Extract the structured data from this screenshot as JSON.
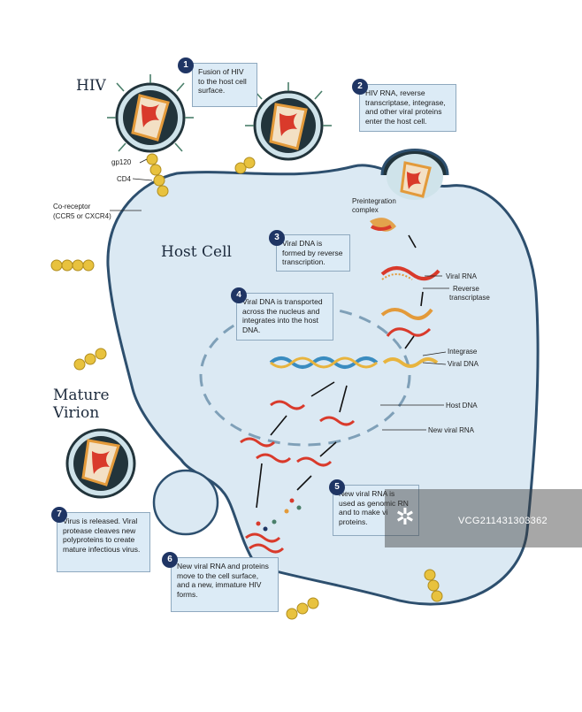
{
  "titles": {
    "hiv": "HIV",
    "host_cell": "Host Cell",
    "mature_virion_line1": "Mature",
    "mature_virion_line2": "Virion"
  },
  "labels": {
    "gp120": "gp120",
    "cd4": "CD4",
    "coreceptor_line1": "Co-receptor",
    "coreceptor_line2": "(CCR5 or CXCR4)",
    "preintegration_line1": "Preintegration",
    "preintegration_line2": "complex",
    "viral_rna": "Viral RNA",
    "reverse_line1": "Reverse",
    "reverse_line2": "transcriptase",
    "integrase": "Integrase",
    "viral_dna": "Viral DNA",
    "host_dna": "Host DNA",
    "new_viral_rna": "New viral RNA"
  },
  "steps": [
    {
      "num": "1",
      "text": "Fusion of HIV to the host cell surface."
    },
    {
      "num": "2",
      "text": "HIV RNA, reverse transcriptase, integrase, and other viral proteins enter the host cell."
    },
    {
      "num": "3",
      "text": "Viral DNA is formed by reverse transcription."
    },
    {
      "num": "4",
      "text": "Viral DNA is transported across the nucleus and integrates into the host DNA."
    },
    {
      "num": "5",
      "text": "New viral RNA is used as genomic RN and to make vi proteins."
    },
    {
      "num": "6",
      "text": "New viral RNA and proteins move to the cell surface, and a new, immature HIV forms."
    },
    {
      "num": "7",
      "text": "Virus is released. Viral protease cleaves new polyproteins to create mature infectious virus."
    }
  ],
  "watermark": {
    "id": "VCG211431303362"
  },
  "colors": {
    "cell_fill": "#dbe9f3",
    "membrane": "#2d4f6e",
    "virion_outer": "#22343b",
    "capsid": "#e39a3a",
    "rna": "#d93a2b",
    "step_badge": "#1f3564",
    "step_box": "#dcebf6",
    "cd4": "#e8c23e",
    "host_dna": "#3a8cc0"
  }
}
